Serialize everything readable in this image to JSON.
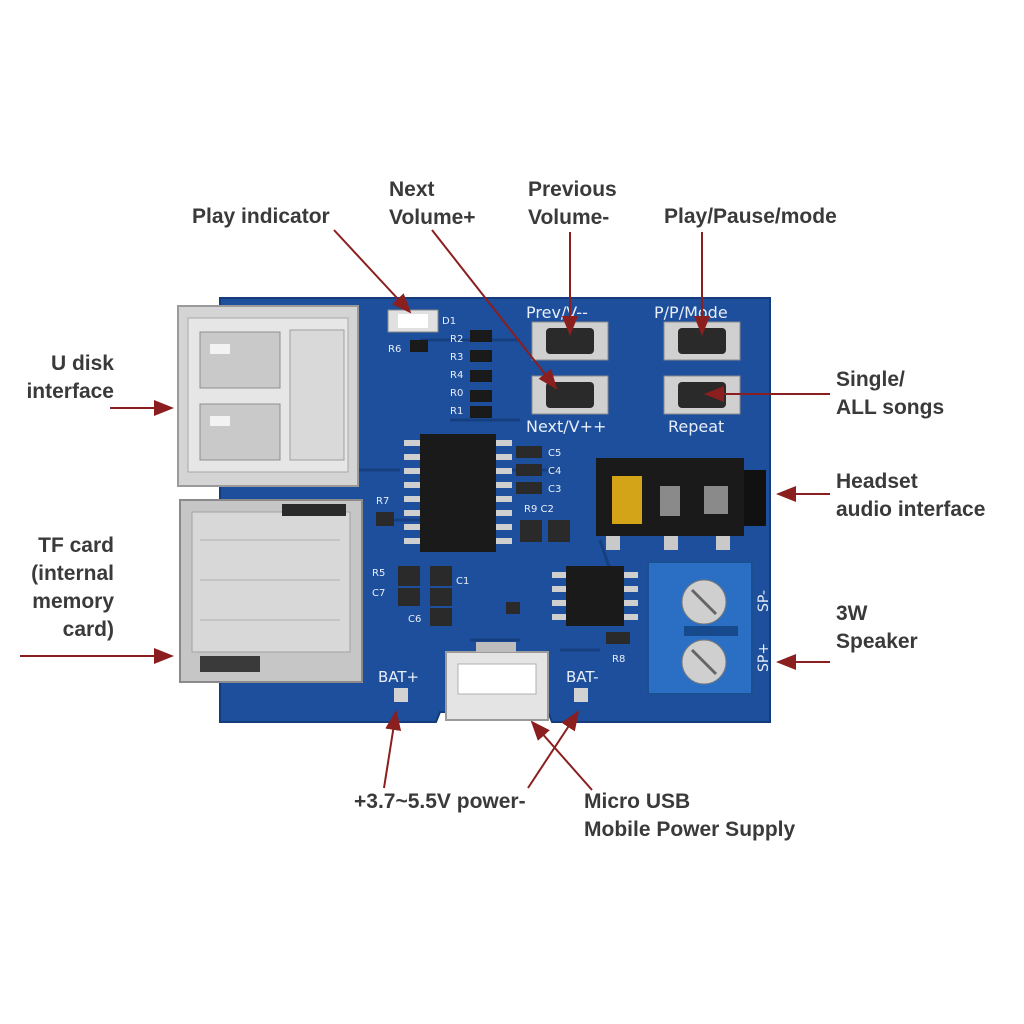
{
  "colors": {
    "pcb": "#1d4f9c",
    "pcb_dark": "#163f80",
    "silkscreen": "#e8eef8",
    "metal": "#c9c9c9",
    "chip": "#1a1a1a",
    "terminal": "#2a6fc4",
    "label_text": "#3a3a3a",
    "arrow": "#8b1e1e"
  },
  "callouts": {
    "play_indicator": "Play indicator",
    "next_volume_up": [
      "Next",
      "Volume+"
    ],
    "previous_volume_down": [
      "Previous",
      "Volume-"
    ],
    "play_pause_mode": "Play/Pause/mode",
    "u_disk": [
      "U disk",
      "interface"
    ],
    "single_all": [
      "Single/",
      "ALL songs"
    ],
    "headset": [
      "Headset",
      "audio interface"
    ],
    "tf_card": [
      "TF card",
      "(internal",
      "memory",
      "card)"
    ],
    "speaker": [
      "3W",
      "Speaker"
    ],
    "battery_power": "+3.7~5.5V power-",
    "micro_usb": [
      "Micro USB",
      "Mobile Power Supply"
    ]
  },
  "silkscreen": {
    "prev_v": "Prev/V--",
    "pp_mode": "P/P/Mode",
    "next_v": "Next/V++",
    "repeat": "Repeat",
    "bat_plus": "BAT+",
    "bat_minus": "BAT-",
    "sp_minus": "SP-",
    "sp_plus": "SP+",
    "d1": "D1",
    "r6": "R6",
    "r2": "R2",
    "r3": "R3",
    "r4": "R4",
    "r0": "R0",
    "r1": "R1",
    "c5": "C5",
    "c4": "C4",
    "c3": "C3",
    "r9c2": "R9 C2",
    "r7": "R7",
    "r5": "R5",
    "c7": "C7",
    "c1": "C1",
    "c6": "C6",
    "r8": "R8"
  },
  "icons": [
    "usb-a-port-icon",
    "tf-card-slot-icon",
    "audio-jack-icon",
    "screw-terminal-icon",
    "micro-usb-port-icon",
    "tact-switch-icon",
    "ic-chip-icon"
  ]
}
